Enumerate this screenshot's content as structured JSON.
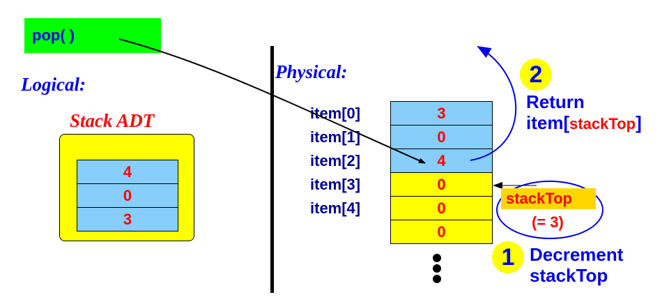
{
  "operation": {
    "label": "pop( )"
  },
  "logical": {
    "heading": "Logical:",
    "adt_title": "Stack ADT",
    "stack_values": [
      "4",
      "0",
      "3"
    ]
  },
  "physical": {
    "heading": "Physical:",
    "index_labels": [
      "item[0]",
      "item[1]",
      "item[2]",
      "item[3]",
      "item[4]"
    ],
    "cells": [
      {
        "value": "3",
        "state": "used"
      },
      {
        "value": "0",
        "state": "used"
      },
      {
        "value": "4",
        "state": "used"
      },
      {
        "value": "0",
        "state": "free"
      },
      {
        "value": "0",
        "state": "free"
      },
      {
        "value": "0",
        "state": "free"
      }
    ],
    "continuation": "ellipsis-dots"
  },
  "pointer": {
    "label": "stackTop",
    "value_text": "(= 3)"
  },
  "steps": [
    {
      "number": "1",
      "line1": "Decrement",
      "line2": "stackTop"
    },
    {
      "number": "2",
      "line1": "Return",
      "line2_prefix": "item[",
      "line2_var": "stackTop",
      "line2_suffix": "]"
    }
  ],
  "colors": {
    "title_blue": "#0000e6",
    "value_red": "#ff0000",
    "used_cell": "#87cefa",
    "free_cell": "#ffff00",
    "op_box": "#00ff00",
    "pointer_box": "#ffd700",
    "index_navy": "#00008b"
  }
}
